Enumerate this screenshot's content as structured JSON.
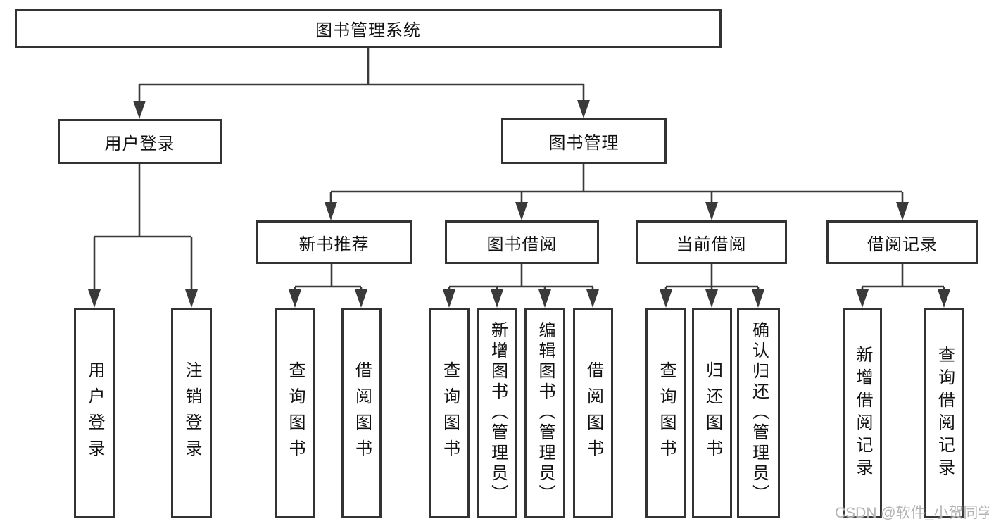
{
  "diagram_title": "图书管理系统",
  "tree": {
    "label": "图书管理系统",
    "children": [
      {
        "label": "用户登录",
        "children": [
          {
            "label": "用户登录"
          },
          {
            "label": "注销登录"
          }
        ]
      },
      {
        "label": "图书管理",
        "children": [
          {
            "label": "新书推荐",
            "children": [
              {
                "label": "查询图书"
              },
              {
                "label": "借阅图书"
              }
            ]
          },
          {
            "label": "图书借阅",
            "children": [
              {
                "label": "查询图书"
              },
              {
                "label": "新增图书（管理员）"
              },
              {
                "label": "编辑图书（管理员）"
              },
              {
                "label": "借阅图书"
              }
            ]
          },
          {
            "label": "当前借阅",
            "children": [
              {
                "label": "查询图书"
              },
              {
                "label": "归还图书"
              },
              {
                "label": "确认归还（管理员）"
              }
            ]
          },
          {
            "label": "借阅记录",
            "children": [
              {
                "label": "新增借阅记录"
              },
              {
                "label": "查询借阅记录"
              }
            ]
          }
        ]
      }
    ]
  },
  "watermark": {
    "text": "CSDN @软件_小贺同学"
  },
  "colors": {
    "background": "#ffffff",
    "line": "#3a3a3a",
    "box_border": "#333333",
    "text": "#111111",
    "watermark": "#b3b3b6"
  }
}
